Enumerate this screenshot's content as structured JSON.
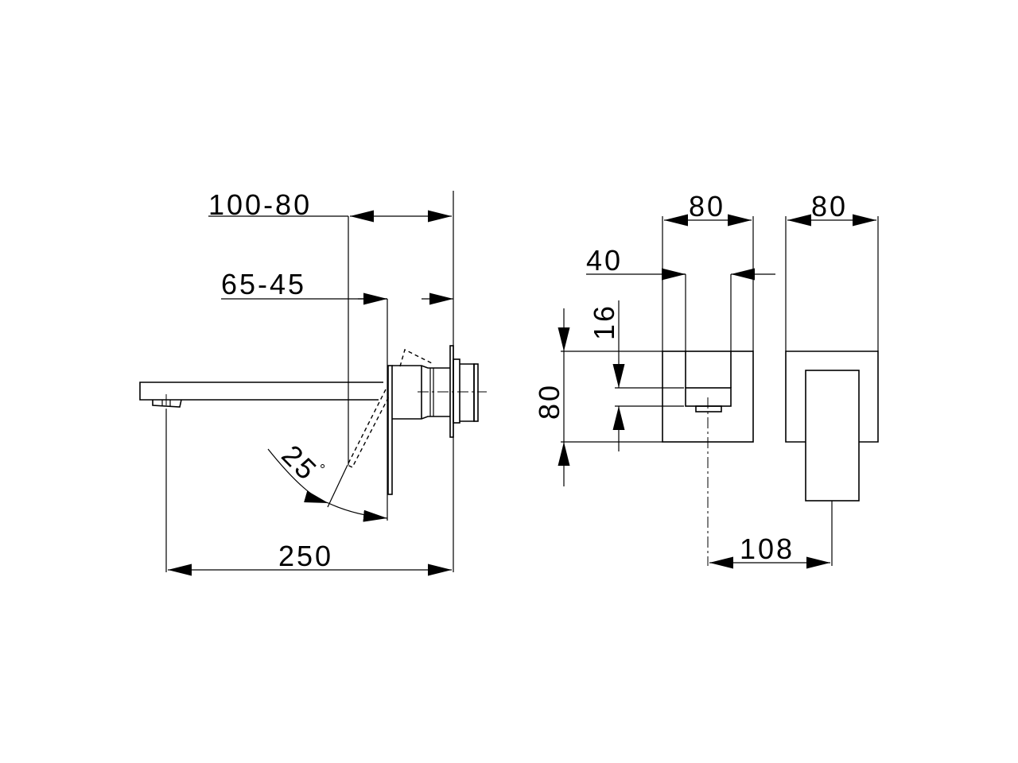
{
  "drawing": {
    "side_view": {
      "dim_wall_depth": "100-80",
      "dim_lever_depth": "65-45",
      "dim_angle": "25",
      "dim_angle_unit": "°",
      "dim_spout_length": "250"
    },
    "front_view": {
      "dim_width": "80",
      "dim_inner_width": "40",
      "dim_height": "80",
      "dim_outlet_offset": "16"
    },
    "end_view": {
      "dim_width": "80",
      "dim_projection": "108"
    },
    "line_color": "#000000",
    "background": "#ffffff"
  }
}
